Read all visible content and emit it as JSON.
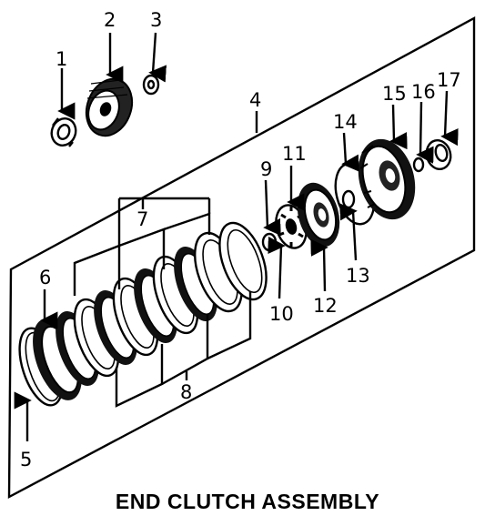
{
  "caption": "END CLUTCH ASSEMBLY",
  "callouts": [
    "1",
    "2",
    "3",
    "4",
    "5",
    "6",
    "7",
    "8",
    "9",
    "10",
    "11",
    "12",
    "13",
    "14",
    "15",
    "16",
    "17"
  ],
  "parts": [
    {
      "id": "1",
      "icon": "bearing-icon"
    },
    {
      "id": "2",
      "icon": "gear-icon"
    },
    {
      "id": "3",
      "icon": "washer-icon"
    },
    {
      "id": "4",
      "icon": "assembly-box-icon"
    },
    {
      "id": "5",
      "icon": "snap-ring-icon"
    },
    {
      "id": "6",
      "icon": "backing-plate-icon"
    },
    {
      "id": "7",
      "icon": "clutch-plate-icon"
    },
    {
      "id": "8",
      "icon": "clutch-disc-icon"
    },
    {
      "id": "9",
      "icon": "retaining-ring-icon"
    },
    {
      "id": "10",
      "icon": "spring-retainer-icon"
    },
    {
      "id": "11",
      "icon": "spring-icon"
    },
    {
      "id": "12",
      "icon": "piston-icon"
    },
    {
      "id": "13",
      "icon": "seal-icon"
    },
    {
      "id": "14",
      "icon": "seal-ring-icon"
    },
    {
      "id": "15",
      "icon": "clutch-housing-icon"
    },
    {
      "id": "16",
      "icon": "thrust-washer-icon"
    },
    {
      "id": "17",
      "icon": "bearing-icon"
    }
  ]
}
